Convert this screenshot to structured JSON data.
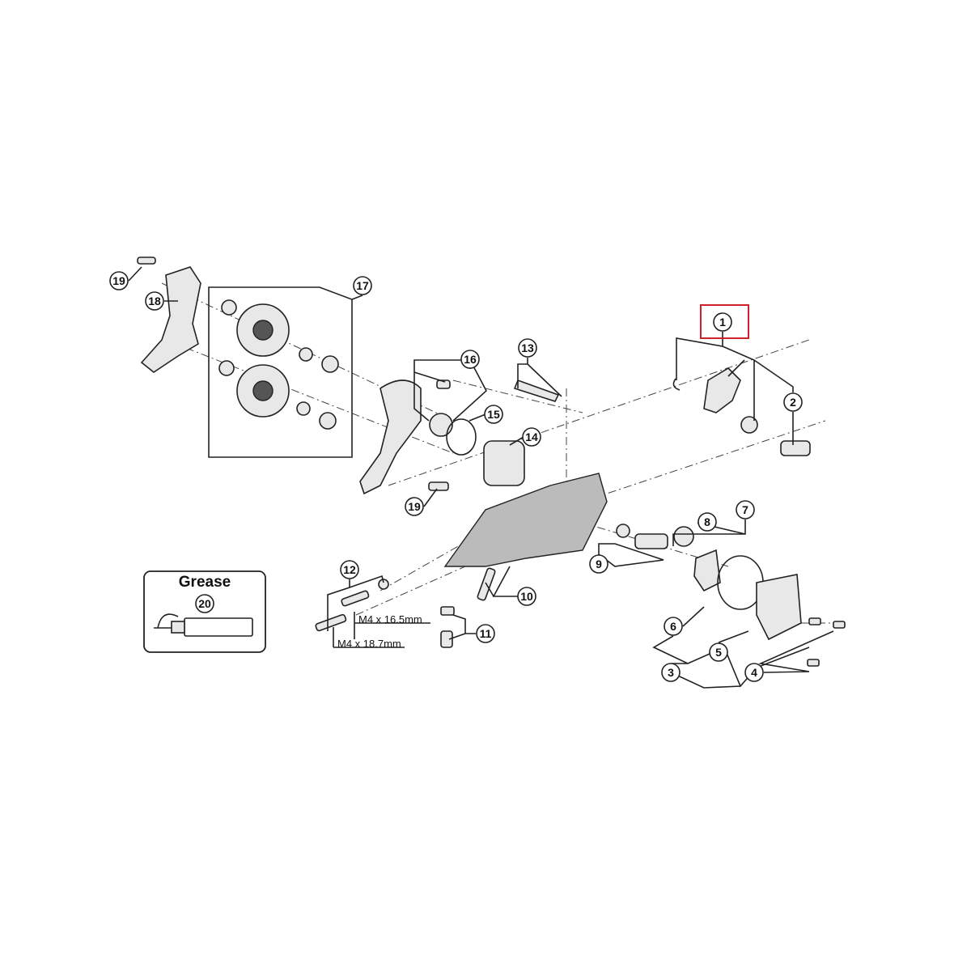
{
  "callouts": {
    "c1": "1",
    "c2": "2",
    "c3": "3",
    "c4": "4",
    "c5": "5",
    "c6": "6",
    "c7": "7",
    "c8": "8",
    "c9": "9",
    "c10": "10",
    "c11": "11",
    "c12": "12",
    "c13": "13",
    "c14": "14",
    "c15": "15",
    "c16": "16",
    "c17": "17",
    "c18": "18",
    "c19": "19",
    "c20": "20"
  },
  "grease_box": {
    "title": "Grease"
  },
  "bolt_labels": {
    "short": "M4 x 16.5mm",
    "long": "M4 x 18.7mm"
  },
  "highlight_color": "#d0202a"
}
